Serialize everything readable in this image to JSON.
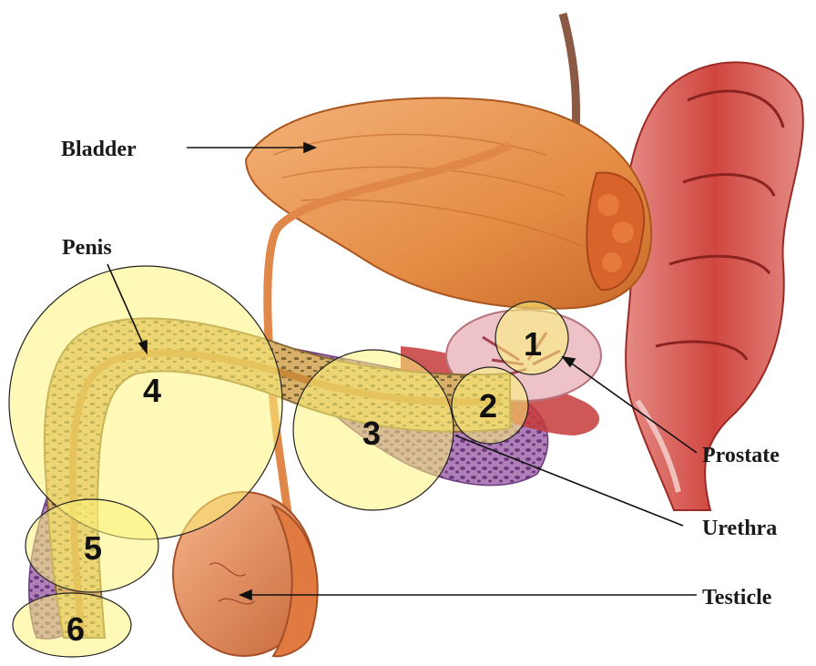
{
  "labels": {
    "bladder": "Bladder",
    "penis": "Penis",
    "prostate": "Prostate",
    "urethra": "Urethra",
    "testicle": "Testicle"
  },
  "regions": [
    "1",
    "2",
    "3",
    "4",
    "5",
    "6"
  ],
  "colors": {
    "highlight": "#fdf47a",
    "tissue": "#e6944f",
    "erectile": "#cfa35a",
    "rectum": "#d9534f",
    "purple_tissue": "#8a5a9e"
  }
}
